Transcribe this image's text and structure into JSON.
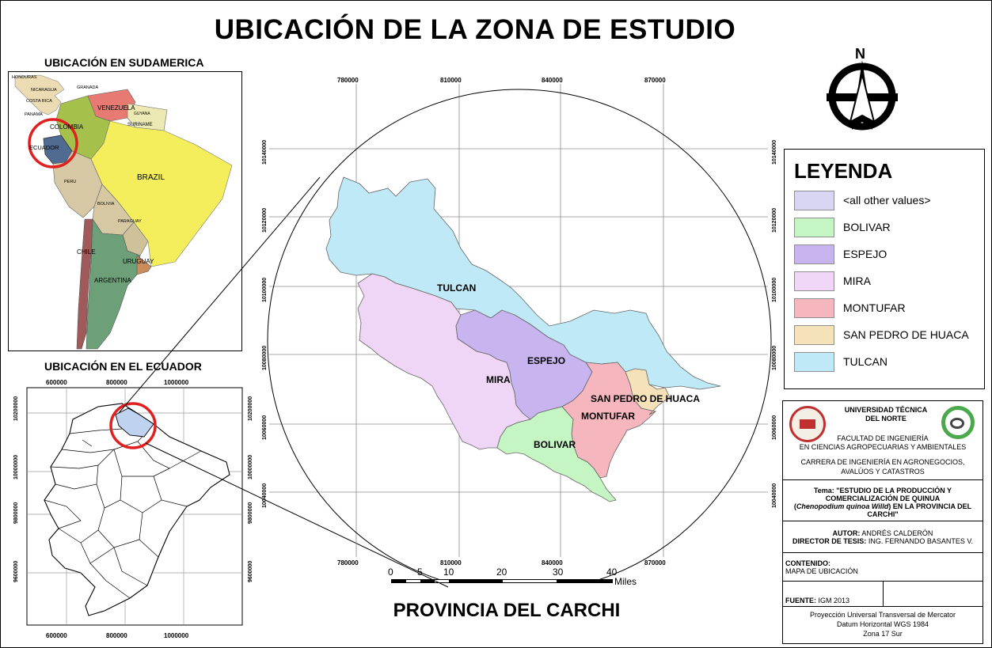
{
  "title": "UBICACIÓN DE LA ZONA DE ESTUDIO",
  "subtitle": "PROVINCIA DEL CARCHI",
  "insets": {
    "south_america": {
      "title": "UBICACIÓN EN SUDAMERICA",
      "labels": {
        "honduras": "HONDURAS",
        "nicaragua": "NICARAGUA",
        "granada": "GRANADA",
        "costa_rica": "COSTA RICA",
        "panama": "PANAMA",
        "venezuela": "VENEZUELA",
        "guyana": "GUYANA",
        "suriname": "SURINAME",
        "colombia": "COLOMBIA",
        "ecuador": "ECUADOR",
        "brazil": "BRAZIL",
        "peru": "PERU",
        "bolivia": "BOLIVIA",
        "paraguay": "PARAGUAY",
        "chile": "CHILE",
        "uruguay": "URUGUAY",
        "argentina": "ARGENTINA"
      }
    },
    "ecuador": {
      "title": "UBICACIÓN EN EL ECUADOR",
      "x_ticks": [
        "600000",
        "800000",
        "1000000"
      ],
      "y_ticks": [
        "10200000",
        "10000000",
        "9800000",
        "9600000"
      ]
    }
  },
  "main_map": {
    "x_ticks": [
      "780000",
      "810000",
      "840000",
      "870000"
    ],
    "y_ticks": [
      "10140000",
      "10120000",
      "10100000",
      "10080000",
      "10060000",
      "10040000"
    ],
    "canton_labels": {
      "tulcan": "TULCAN",
      "mira": "MIRA",
      "espejo": "ESPEJO",
      "san_pedro": "SAN PEDRO DE HUACA",
      "montufar": "MONTUFAR",
      "bolivar": "BOLIVAR"
    },
    "north_arrow": "N",
    "scale": {
      "labels": [
        "0",
        "5",
        "10",
        "20",
        "30",
        "40"
      ],
      "unit": "Miles"
    }
  },
  "legend": {
    "title": "LEYENDA",
    "items": [
      {
        "label": "<all other values>",
        "color": "#d9d6f3"
      },
      {
        "label": "BOLIVAR",
        "color": "#c4f5c2"
      },
      {
        "label": "ESPEJO",
        "color": "#c8b4ee"
      },
      {
        "label": "MIRA",
        "color": "#efd5f6"
      },
      {
        "label": "MONTUFAR",
        "color": "#f5b6bd"
      },
      {
        "label": "SAN PEDRO DE HUACA",
        "color": "#f6e2b8"
      },
      {
        "label": "TULCAN",
        "color": "#bfe9f6"
      }
    ]
  },
  "title_block": {
    "university": "UNIVERSIDAD TÉCNICA",
    "university2": "DEL NORTE",
    "faculty1": "FACULTAD DE INGENIERÍA",
    "faculty2": "EN CIENCIAS AGROPECUARIAS Y AMBIENTALES",
    "career1": "CARRERA DE INGENIERÍA EN AGRONEGOCIOS,",
    "career2": "AVALÚOS Y CATASTROS",
    "tema_label": "Tema:",
    "tema1": "\"ESTUDIO DE LA PRODUCCIÓN Y",
    "tema2": "COMERCIALIZACIÓN DE QUINUA",
    "tema3_open": "(",
    "tema3_italic": "Chenopodium quinoa Willd",
    "tema3_rest": ") EN LA PROVINCIA DEL CARCHI\"",
    "autor_label": "AUTOR:",
    "autor": "ANDRÉS CALDERÓN",
    "director_label": "DIRECTOR DE TESIS:",
    "director": "ING. FERNANDO BASANTES V.",
    "contenido_label": "CONTENIDO:",
    "contenido": "MAPA DE UBICACIÓN",
    "fuente_label": "FUENTE:",
    "fuente": "IGM 2013",
    "proj1": "Proyección Universal Transversal de Mercator",
    "proj2": "Datum Horizontal WGS 1984",
    "proj3": "Zona 17 Sur"
  }
}
